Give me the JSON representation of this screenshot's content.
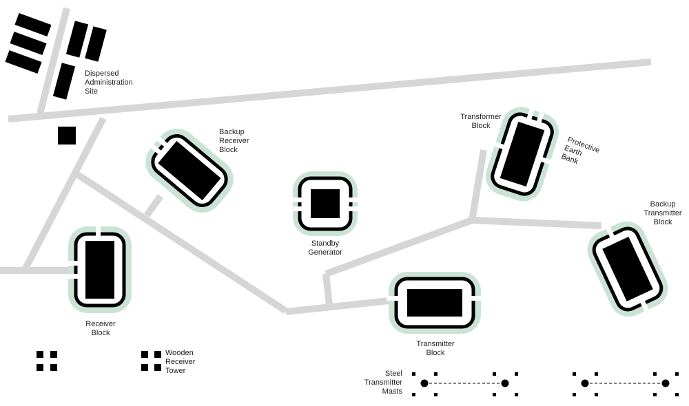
{
  "colors": {
    "road": "#d6d6d6",
    "bank": "#cbe3d5",
    "building": "#000000",
    "text": "#222222"
  },
  "labels": {
    "dispersed_admin": [
      "Dispersed",
      "Administration",
      "Site"
    ],
    "backup_receiver": [
      "Backup",
      "Receiver",
      "Block"
    ],
    "standby_generator": [
      "Standby",
      "Generator"
    ],
    "transformer": [
      "Transformer",
      "Block"
    ],
    "protective_bank": [
      "Protective",
      "Earth",
      "Bank"
    ],
    "backup_transmitter": [
      "Backup",
      "Transmitter",
      "Block"
    ],
    "receiver": [
      "Receiver",
      "Block"
    ],
    "transmitter": [
      "Transmitter",
      "Block"
    ],
    "wooden_tower": [
      "Wooden",
      "Receiver",
      "Tower"
    ],
    "steel_masts": [
      "Steel",
      "Transmitter",
      "Masts"
    ]
  }
}
